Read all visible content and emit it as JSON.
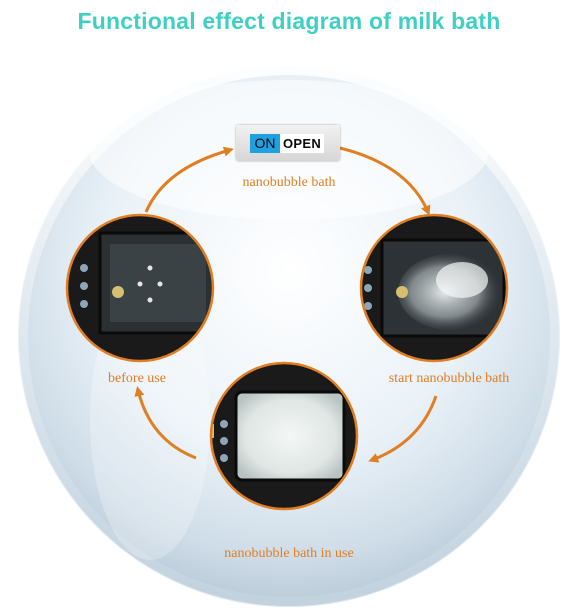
{
  "title": "Functional effect diagram of milk bath",
  "switch": {
    "on_label": "ON",
    "open_label": "OPEN"
  },
  "stages": {
    "top": "nanobubble bath",
    "left": "before use",
    "right": "start nanobubble bath",
    "bottom": "nanobubble bath in use"
  },
  "colors": {
    "title": "#3fd0c4",
    "arrow": "#e07e22",
    "label": "#e07e22",
    "switch_on": "#1fa0e0"
  }
}
